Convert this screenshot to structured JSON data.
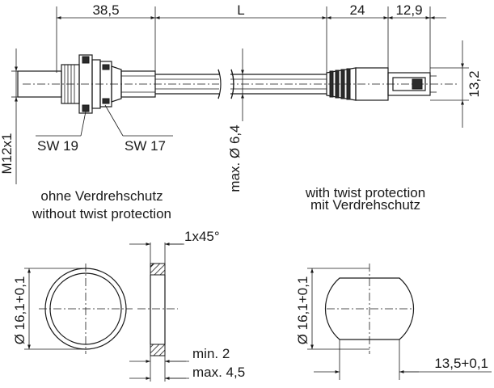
{
  "dimensions": {
    "left_housing": "38,5",
    "cable_length": "L",
    "plug_length": "24",
    "plug_tip": "12,9",
    "plug_height": "13,2",
    "thread": "M12x1",
    "wrench_a": "SW 19",
    "wrench_b": "SW 17",
    "cable_diameter": "max. Ø 6,4",
    "chamfer": "1x45°",
    "washer_min": "min. 2",
    "washer_max": "max. 4,5",
    "hole_round": "Ø 16,1+0,1",
    "hole_flat": "Ø 16,1+0,1",
    "flat_width": "13,5+0,1"
  },
  "labels": {
    "without_de": "ohne Verdrehschutz",
    "without_en": "without twist protection",
    "with_en": "with twist protection",
    "with_de": "mit Verdrehschutz"
  }
}
